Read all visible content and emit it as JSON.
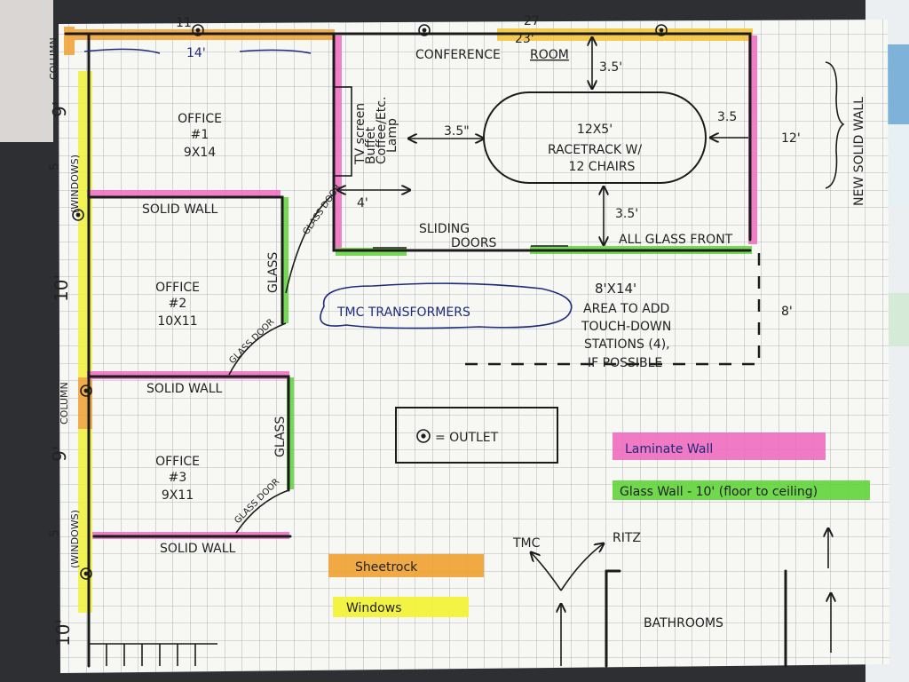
{
  "title": "Office floor plan sketch",
  "colors": {
    "laminate": "#f06bc0",
    "glass": "#5fd43a",
    "sheetrock": "#f0a030",
    "windows": "#f2f23a",
    "ink": "#1b1b1b",
    "blue_ink": "#1e2a7a"
  },
  "top_dims": {
    "left_top": "11",
    "office1_width": "14'",
    "conference_width": "23'",
    "right_top": "27"
  },
  "left_dims": {
    "column_top": "COLUMN",
    "d1": "9'",
    "windows1": "5",
    "windows1_note": "(WINDOWS)",
    "d2": "10'",
    "column_mid": "COLUMN",
    "d3": "9'",
    "windows2": "5",
    "windows2_note": "(WINDOWS)",
    "d4": "10'"
  },
  "offices": [
    {
      "name": "OFFICE",
      "number": "#1",
      "size": "9X14"
    },
    {
      "name": "OFFICE",
      "number": "#2",
      "size": "10X11"
    },
    {
      "name": "OFFICE",
      "number": "#3",
      "size": "9X11"
    }
  ],
  "wall_labels": {
    "solid_wall": "SOLID WALL",
    "glass": "GLASS",
    "glass_door": "GLASS DOOR"
  },
  "conference": {
    "title_a": "CONFERENCE",
    "title_b": "ROOM",
    "table_size": "12X5'",
    "table_desc": "RACETRACK W/",
    "table_chairs": "12 CHAIRS",
    "clearance_top": "3.5'",
    "clearance_left": "3.5\"",
    "clearance_right": "3.5",
    "clearance_bottom": "3.5'",
    "door_clearance": "4'",
    "sideboard_lines": [
      "TV screen",
      "Buffet",
      "Coffee/Etc.",
      "Lamp"
    ],
    "sliding_doors_a": "SLIDING",
    "sliding_doors_b": "DOORS",
    "glass_front": "ALL GLASS FRONT"
  },
  "right_notes": {
    "height": "12'",
    "new_wall": "NEW SOLID WALL",
    "area_depth": "8'"
  },
  "touchdown": {
    "size": "8'X14'",
    "line1": "AREA TO ADD",
    "line2": "TOUCH-DOWN",
    "line3": "STATIONS (4),",
    "line4": "IF POSSIBLE"
  },
  "team_label": "TMC TRANSFORMERS",
  "outlet_legend": "= OUTLET",
  "legend": {
    "laminate": "Laminate Wall",
    "glass": "Glass Wall - 10' (floor to ceiling)",
    "sheetrock": "Sheetrock",
    "windows": "Windows"
  },
  "directions": {
    "left": "TMC",
    "right": "RITZ"
  },
  "bathrooms": "BATHROOMS"
}
